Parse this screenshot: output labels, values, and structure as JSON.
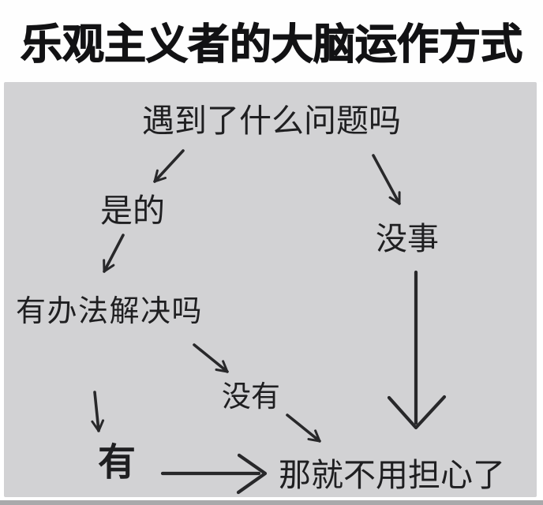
{
  "title": "乐观主义者的大脑运作方式",
  "flowchart": {
    "nodes": {
      "question": {
        "label": "遇到了什么问题吗"
      },
      "yes": {
        "label": "是的"
      },
      "no_problem": {
        "label": "没事"
      },
      "solvable": {
        "label": "有办法解决吗"
      },
      "no_solution": {
        "label": "没有"
      },
      "has_solution": {
        "label": "有"
      },
      "no_worry": {
        "label": "那就不用担心了"
      }
    },
    "edges": [
      {
        "from": "question",
        "to": "yes"
      },
      {
        "from": "question",
        "to": "no_problem"
      },
      {
        "from": "yes",
        "to": "solvable"
      },
      {
        "from": "solvable",
        "to": "no_solution"
      },
      {
        "from": "solvable",
        "to": "has_solution"
      },
      {
        "from": "no_solution",
        "to": "no_worry"
      },
      {
        "from": "no_problem",
        "to": "no_worry"
      },
      {
        "from": "has_solution",
        "to": "no_worry"
      }
    ]
  },
  "colors": {
    "page_bg": "#ffffff",
    "panel_bg": "#d2d2d4",
    "ink": "#28282a",
    "title_ink": "#121214",
    "bottom_strip": "#a9a9ab"
  }
}
